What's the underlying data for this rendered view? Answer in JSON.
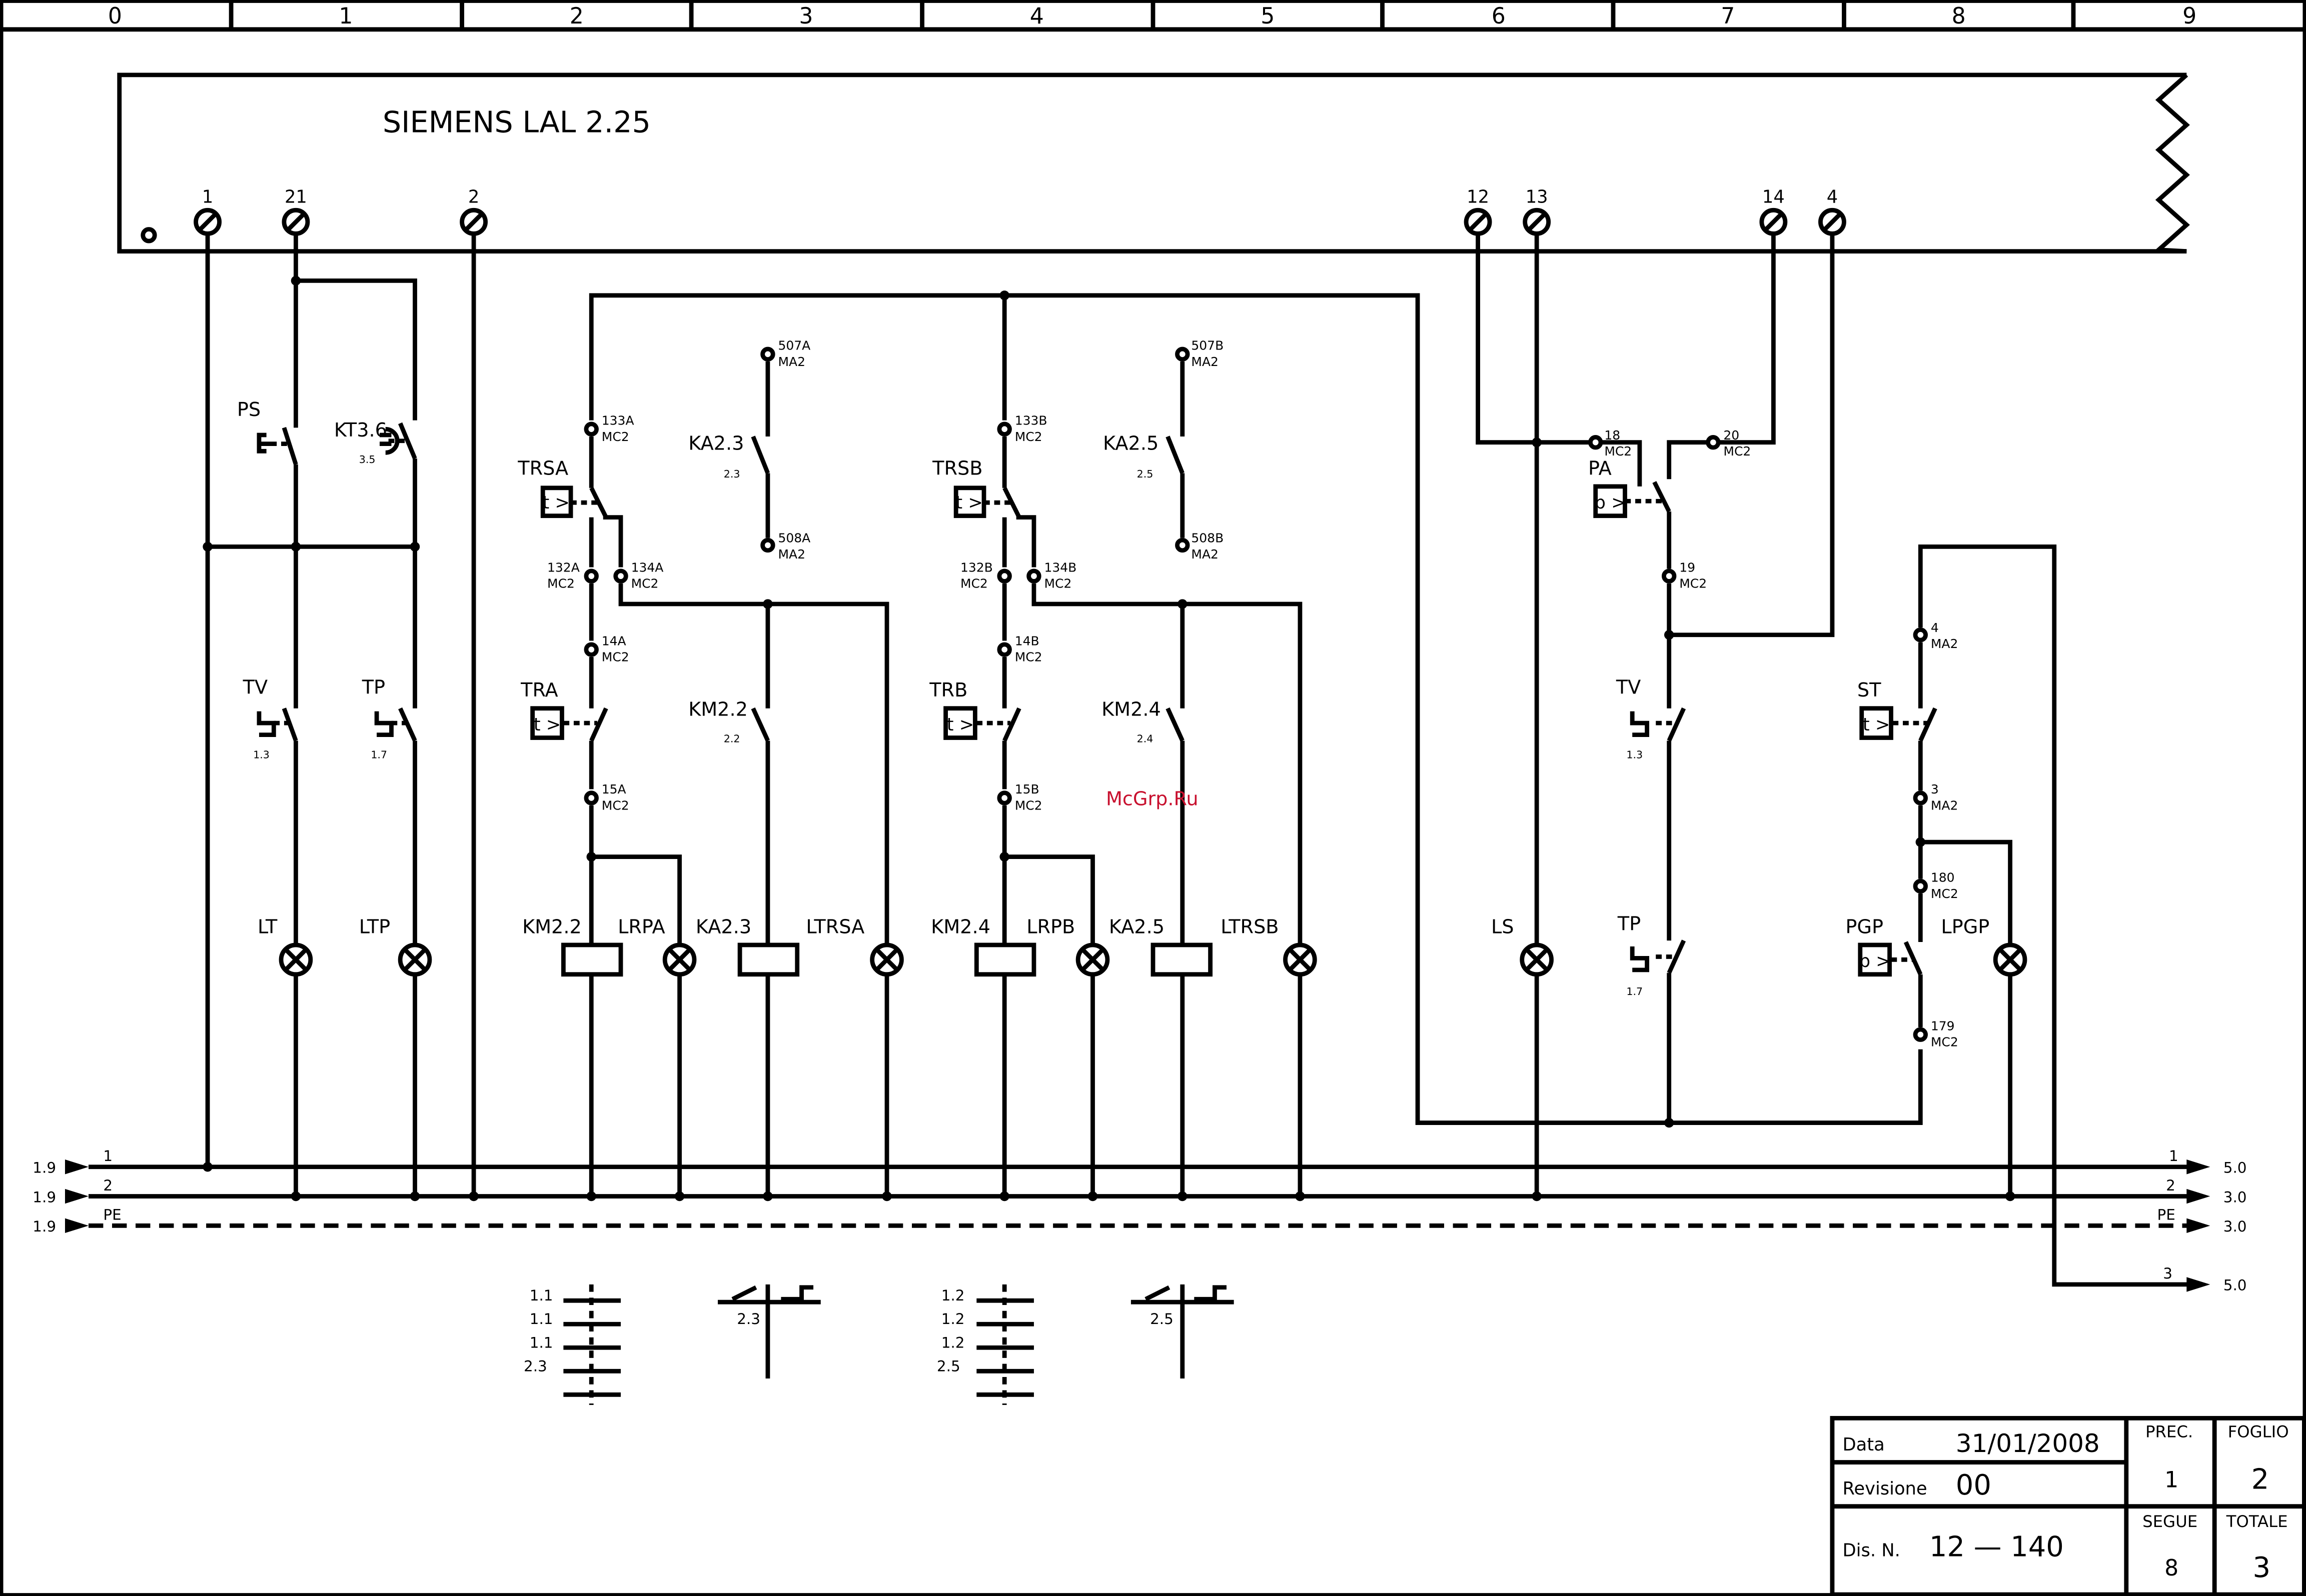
{
  "columns": [
    "0",
    "1",
    "2",
    "3",
    "4",
    "5",
    "6",
    "7",
    "8",
    "9"
  ],
  "device": {
    "title": "SIEMENS LAL 2.25",
    "terminals": [
      "1",
      "21",
      "2",
      "12",
      "13",
      "14",
      "4"
    ]
  },
  "components": {
    "PS": "PS",
    "KT36": "KT3.6",
    "KT36_ref": "3.5",
    "TV": "TV",
    "TV_ref": "1.3",
    "TP": "TP",
    "TP_ref": "1.7",
    "LT": "LT",
    "LTP": "LTP",
    "TRSA": "TRSA",
    "TRA": "TRA",
    "TRSB": "TRSB",
    "TRB": "TRB",
    "KA23": "KA2.3",
    "KA23_ref": "2.3",
    "KA25": "KA2.5",
    "KA25_ref": "2.5",
    "KM22": "KM2.2",
    "KM22_ref": "2.2",
    "KM24": "KM2.4",
    "KM24_ref": "2.4",
    "LRPA": "LRPA",
    "LRPB": "LRPB",
    "LTRSA": "LTRSA",
    "LTRSB": "LTRSB",
    "LS": "LS",
    "PA": "PA",
    "ST": "ST",
    "PGP": "PGP",
    "LPGP": "LPGP",
    "t_sym": "t >",
    "p_sym": "p >"
  },
  "terminal_tags": {
    "t133A": "133A",
    "t132A": "132A",
    "t134A": "134A",
    "t14A": "14A",
    "t15A": "15A",
    "t133B": "133B",
    "t132B": "132B",
    "t134B": "134B",
    "t14B": "14B",
    "t15B": "15B",
    "t507A": "507A",
    "t508A": "508A",
    "t507B": "507B",
    "t508B": "508B",
    "t18": "18",
    "t20": "20",
    "t19": "19",
    "t4": "4",
    "t3": "3",
    "t180": "180",
    "t179": "179",
    "mc2": "MC2",
    "ma2": "MA2"
  },
  "watermark": "McGrp.Ru",
  "rails": [
    {
      "left": "1.9",
      "id": "1",
      "right": "5.0"
    },
    {
      "left": "1.9",
      "id": "2",
      "right": "3.0"
    },
    {
      "left": "1.9",
      "id": "PE",
      "right": "3.0"
    },
    {
      "id": "3",
      "right": "5.0"
    }
  ],
  "crossref": {
    "a": [
      "1.1",
      "1.1",
      "1.1",
      "2.3"
    ],
    "b": [
      "1.2",
      "1.2",
      "1.2",
      "2.5"
    ],
    "c": "2.3",
    "d": "2.5"
  },
  "title_block": {
    "data_label": "Data",
    "data_value": "31/01/2008",
    "rev_label": "Revisione",
    "rev_value": "00",
    "dis_label": "Dis. N.",
    "dis_value": "12  —  140",
    "prec_label": "PREC.",
    "prec_value": "1",
    "foglio_label": "FOGLIO",
    "foglio_value": "2",
    "segue_label": "SEGUE",
    "segue_value": "8",
    "totale_label": "TOTALE",
    "totale_value": "3"
  }
}
